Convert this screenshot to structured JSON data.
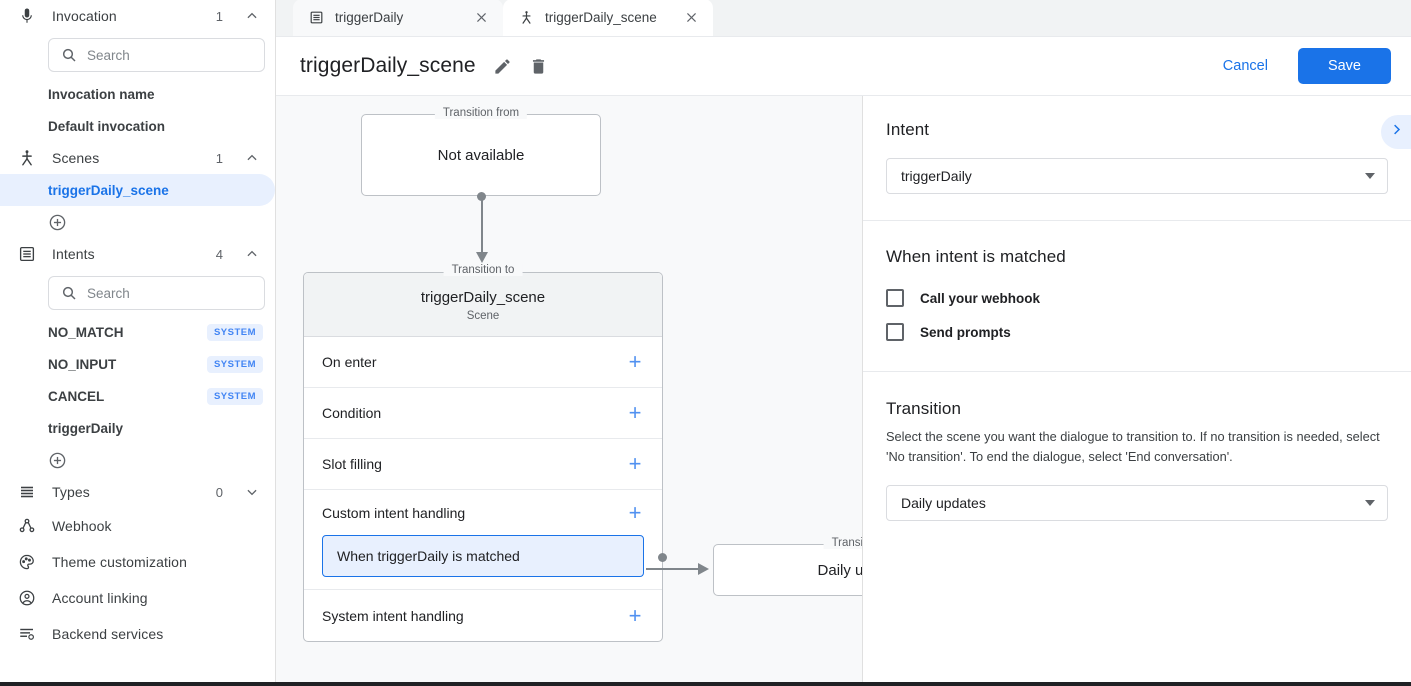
{
  "sidebar": {
    "sections": [
      {
        "id": "invocation",
        "icon": "microphone-icon",
        "label": "Invocation",
        "count": "1",
        "chevron": "up"
      },
      {
        "id": "scenes",
        "icon": "scene-fork-icon",
        "label": "Scenes",
        "count": "1",
        "chevron": "up"
      },
      {
        "id": "intents",
        "icon": "intents-list-icon",
        "label": "Intents",
        "count": "4",
        "chevron": "up"
      },
      {
        "id": "types",
        "icon": "types-lines-icon",
        "label": "Types",
        "count": "0",
        "chevron": "down"
      }
    ],
    "invocation_search": {
      "placeholder": "Search",
      "value": "",
      "icon": "search-icon"
    },
    "invocation_items": [
      {
        "label": "Invocation name"
      },
      {
        "label": "Default invocation"
      }
    ],
    "scenes_items": [
      {
        "label": "triggerDaily_scene",
        "selected": true
      }
    ],
    "scenes_add_label": "add-scene",
    "intents_search": {
      "placeholder": "Search",
      "value": "",
      "icon": "search-icon"
    },
    "intents_items": [
      {
        "label": "NO_MATCH",
        "badge": "SYSTEM"
      },
      {
        "label": "NO_INPUT",
        "badge": "SYSTEM"
      },
      {
        "label": "CANCEL",
        "badge": "SYSTEM"
      },
      {
        "label": "triggerDaily",
        "badge": ""
      }
    ],
    "intents_add_label": "add-intent",
    "links": [
      {
        "id": "webhook",
        "icon": "webhook-nodes-icon",
        "label": "Webhook"
      },
      {
        "id": "theme",
        "icon": "palette-icon",
        "label": "Theme customization"
      },
      {
        "id": "account-linking",
        "icon": "account-circle-icon",
        "label": "Account linking"
      },
      {
        "id": "backend-services",
        "icon": "backend-services-icon",
        "label": "Backend services"
      }
    ]
  },
  "tabs": [
    {
      "id": "triggerDaily",
      "icon": "intent-icon",
      "label": "triggerDaily",
      "active": false
    },
    {
      "id": "triggerDaily_scene",
      "icon": "scene-fork-icon",
      "label": "triggerDaily_scene",
      "active": true
    }
  ],
  "header": {
    "title": "triggerDaily_scene",
    "edit_icon": "pencil-icon",
    "delete_icon": "trash-icon",
    "cancel_label": "Cancel",
    "save_label": "Save"
  },
  "canvas": {
    "transition_from": {
      "legend": "Transition from",
      "text": "Not available"
    },
    "scene": {
      "legend": "Transition to",
      "title": "triggerDaily_scene",
      "subtitle": "Scene",
      "rows": [
        {
          "label": "On enter",
          "add": "+"
        },
        {
          "label": "Condition",
          "add": "+"
        },
        {
          "label": "Slot filling",
          "add": "+"
        },
        {
          "label": "Custom intent handling",
          "add": "+"
        },
        {
          "label": "System intent handling",
          "add": "+"
        }
      ],
      "custom_handler": "When triggerDaily is matched"
    },
    "transition_target": {
      "legend": "Transition to",
      "text": "Daily updates"
    }
  },
  "right_panel": {
    "toggle_icon": "chevron-right-icon",
    "intent": {
      "title": "Intent",
      "selected": "triggerDaily"
    },
    "when_matched": {
      "title": "When intent is matched",
      "options": [
        {
          "label": "Call your webhook",
          "checked": false
        },
        {
          "label": "Send prompts",
          "checked": false
        }
      ]
    },
    "transition": {
      "title": "Transition",
      "description": "Select the scene you want the dialogue to transition to. If no transition is needed, select 'No transition'. To end the dialogue, select 'End conversation'.",
      "selected": "Daily updates"
    }
  },
  "colors": {
    "accent": "#1a73e8",
    "accent_light": "#e8f0fe",
    "canvas_bg": "#f8f9fa",
    "border": "#dadce0"
  }
}
